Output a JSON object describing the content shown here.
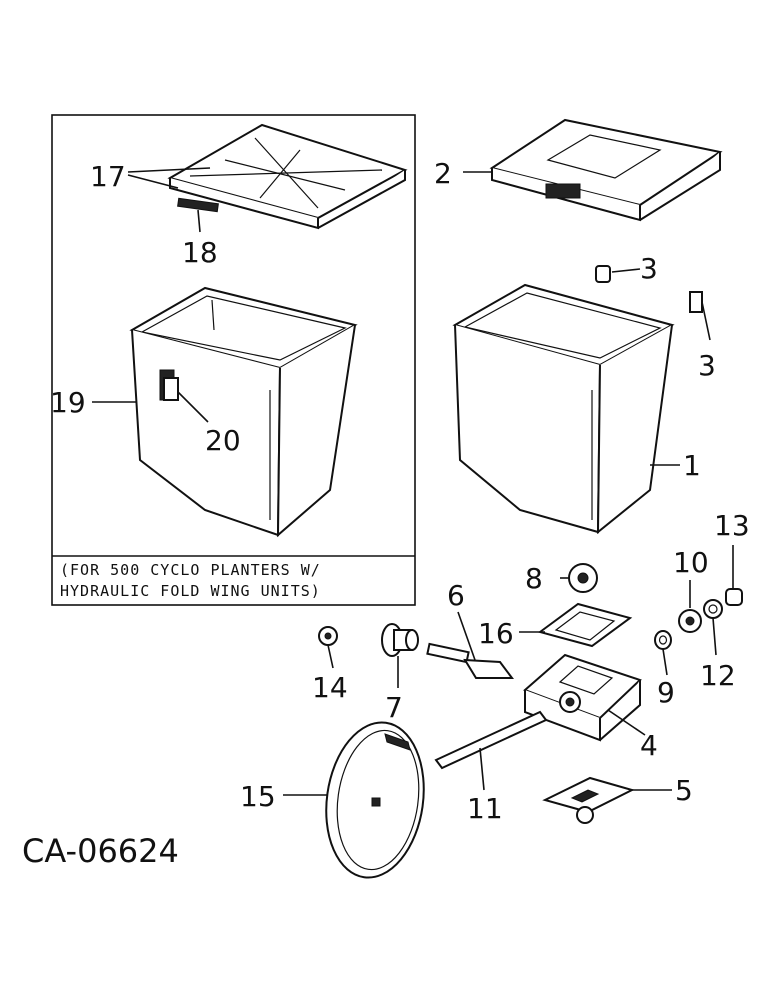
{
  "callouts": {
    "c1": "1",
    "c2": "2",
    "c3a": "3",
    "c3b": "3",
    "c4": "4",
    "c5": "5",
    "c6": "6",
    "c7": "7",
    "c8": "8",
    "c9": "9",
    "c10": "10",
    "c11": "11",
    "c12": "12",
    "c13": "13",
    "c14": "14",
    "c15": "15",
    "c16": "16",
    "c17": "17",
    "c18": "18",
    "c19": "19",
    "c20": "20"
  },
  "inset_note": {
    "line1": "(FOR 500 CYCLO PLANTERS W/",
    "line2": "HYDRAULIC FOLD WING UNITS)"
  },
  "diagram_code": "CA-06624"
}
